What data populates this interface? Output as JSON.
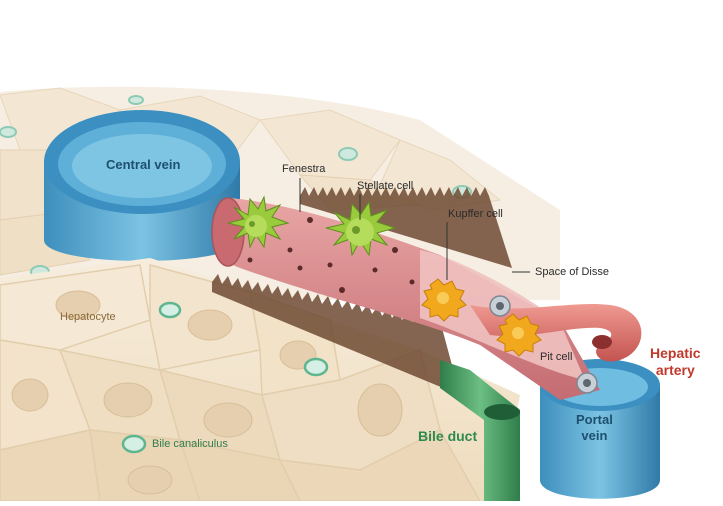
{
  "labels": {
    "central_vein": "Central  vein",
    "fenestra": "Fenestra",
    "stellate_cell": "Stellate cell",
    "kupffer_cell": "Kupffer cell",
    "space_of_disse": "Space of Disse",
    "hepatocyte": "Hepatocyte",
    "pit_cell": "Pit cell",
    "hepatic_artery_line1": "Hepatic",
    "hepatic_artery_line2": "artery",
    "portal_vein_line1": "Portal",
    "portal_vein_line2": "vein",
    "bile_canaliculus": "Bile canaliculus",
    "bile_duct": "Bile duct"
  },
  "colors": {
    "hepatocyte_fill": "#f3e6cf",
    "hepatocyte_edge": "#e2cfae",
    "vein_blue": "#4fa6cf",
    "vein_dark": "#2a6f96",
    "sinusoid_pink": "#d98c8f",
    "artery_red": "#d9726f",
    "stellate_green": "#9acb3c",
    "kupffer_orange": "#f2a81d",
    "bile_green": "#4a9a63",
    "canaliculus_teal": "#8fd0b8"
  }
}
